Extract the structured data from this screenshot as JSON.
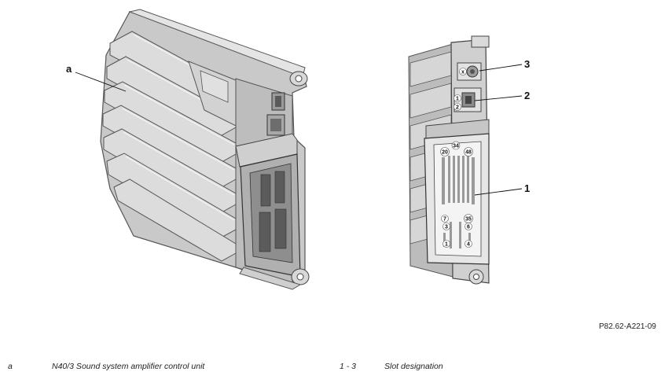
{
  "callouts": {
    "a": "a",
    "c1": "1",
    "c2": "2",
    "c3": "3"
  },
  "pins": {
    "p34": "34",
    "p20": "20",
    "p48": "48",
    "p7": "7",
    "p35": "35",
    "p3": "3",
    "p6": "6",
    "p1": "1",
    "p4": "4",
    "s1": "1",
    "s2": "2",
    "sx": "x"
  },
  "reference": "P82.62-A221-09",
  "legend": [
    {
      "key": "a",
      "text": "N40/3 Sound system amplifier control unit"
    },
    {
      "key": "1 - 3",
      "text": "Slot designation"
    }
  ]
}
